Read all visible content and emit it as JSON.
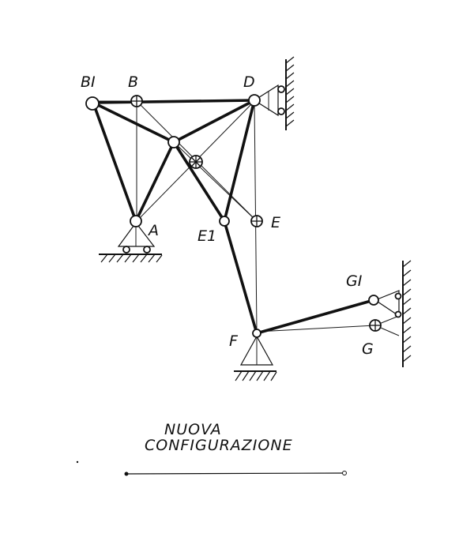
{
  "figure": {
    "labels": {
      "B1": "BI",
      "B": "B",
      "D": "D",
      "A": "A",
      "E1": "E1",
      "E": "E",
      "G1": "GI",
      "G": "G",
      "F": "F"
    },
    "caption": {
      "line1": "NUOVA",
      "line2": "CONFIGURAZIONE"
    }
  }
}
